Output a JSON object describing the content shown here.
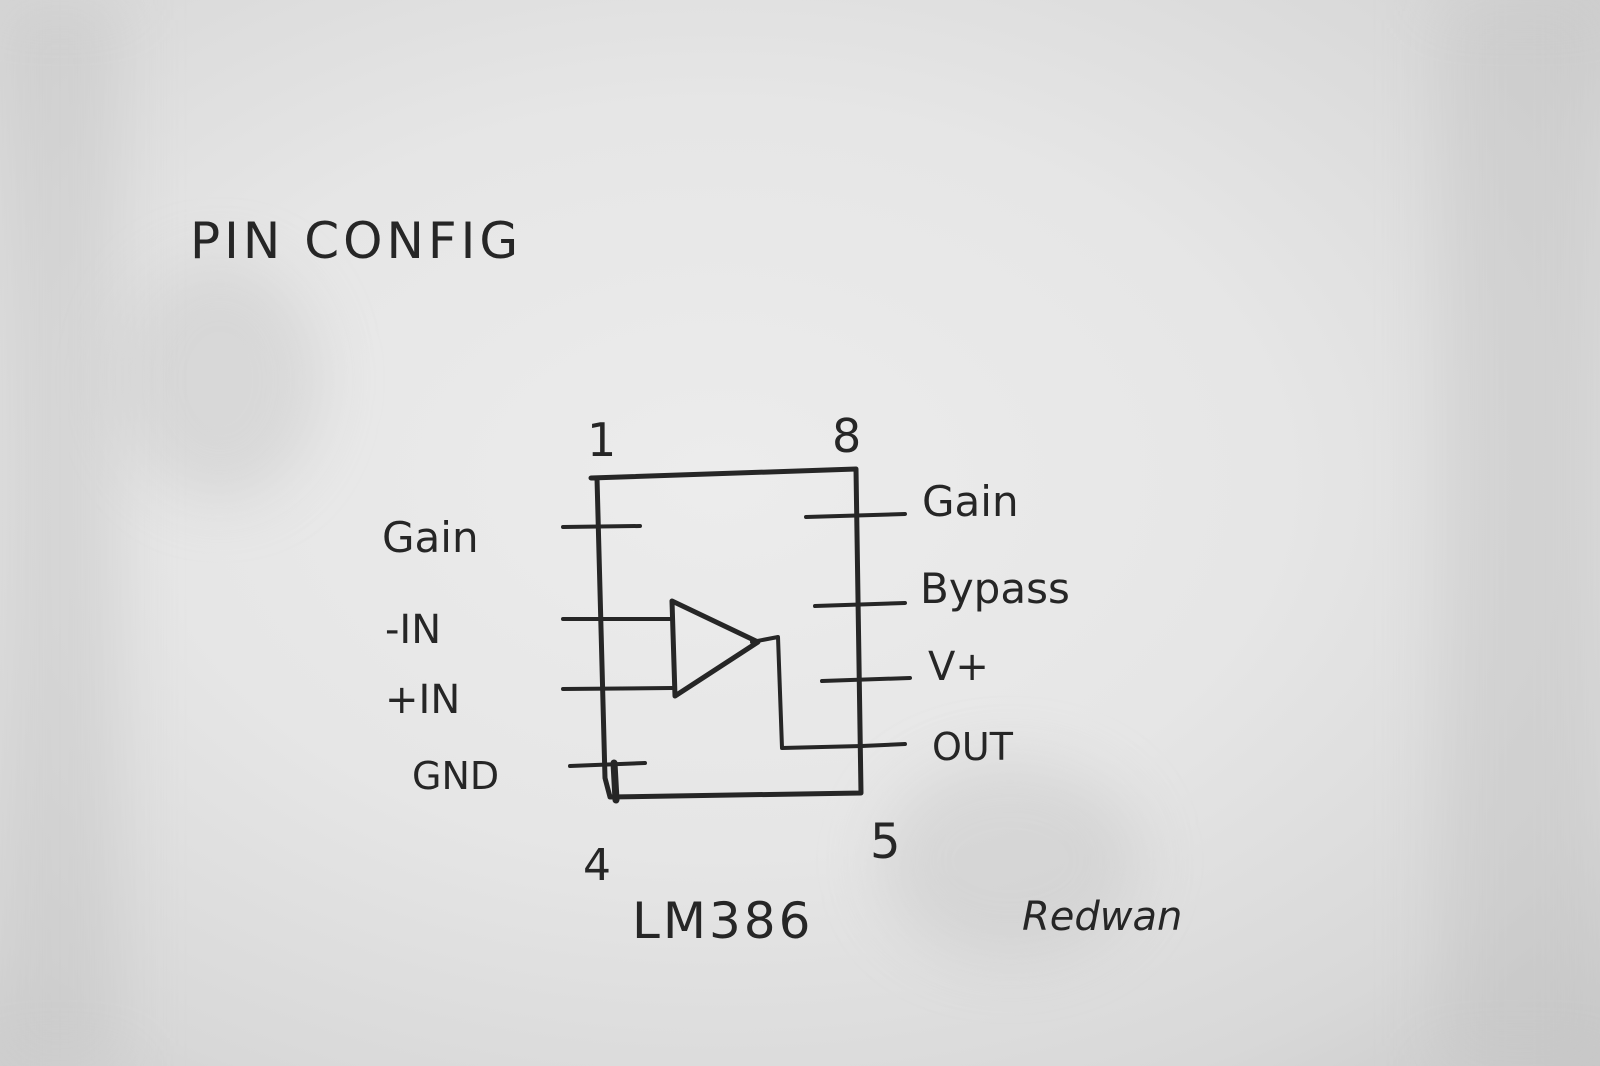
{
  "heading": "PIN CONFIG",
  "chip": {
    "part_number": "LM386",
    "corner_pins": {
      "top_left": "1",
      "top_right": "8",
      "bottom_left": "4",
      "bottom_right": "5"
    },
    "left_labels": {
      "gain": "Gain",
      "inverting_input": "-IN",
      "noninverting_input": "+IN",
      "ground": "GND"
    },
    "right_labels": {
      "gain": "Gain",
      "bypass": "Bypass",
      "supply": "V+",
      "output": "OUT"
    }
  },
  "author": "Redwan"
}
